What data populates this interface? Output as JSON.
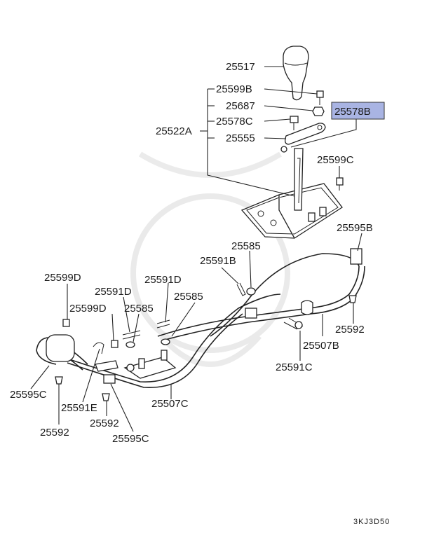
{
  "diagram": {
    "highlight_color": "#a9b4e3",
    "footer_code": "3KJ3D50",
    "labels": {
      "l25517": "25517",
      "l25599B": "25599B",
      "l25687": "25687",
      "l25578C": "25578C",
      "l25578B": "25578B",
      "l25522A": "25522A",
      "l25555": "25555",
      "l25599C_top": "25599C",
      "l25595B": "25595B",
      "l25585_a": "25585",
      "l25591B": "25591B",
      "l25599D_left": "25599D",
      "l25591D_a": "25591D",
      "l25591D_b": "25591D",
      "l25585_b": "25585",
      "l25585_c": "25585",
      "l25599D_b": "25599D",
      "l25592_right": "25592",
      "l25507B": "25507B",
      "l25591C": "25591C",
      "l25595C_left": "25595C",
      "l25591E": "25591E",
      "l25507C": "25507C",
      "l25592_left": "25592",
      "l25592_mid": "25592",
      "l25595C_bottom": "25595C"
    }
  }
}
